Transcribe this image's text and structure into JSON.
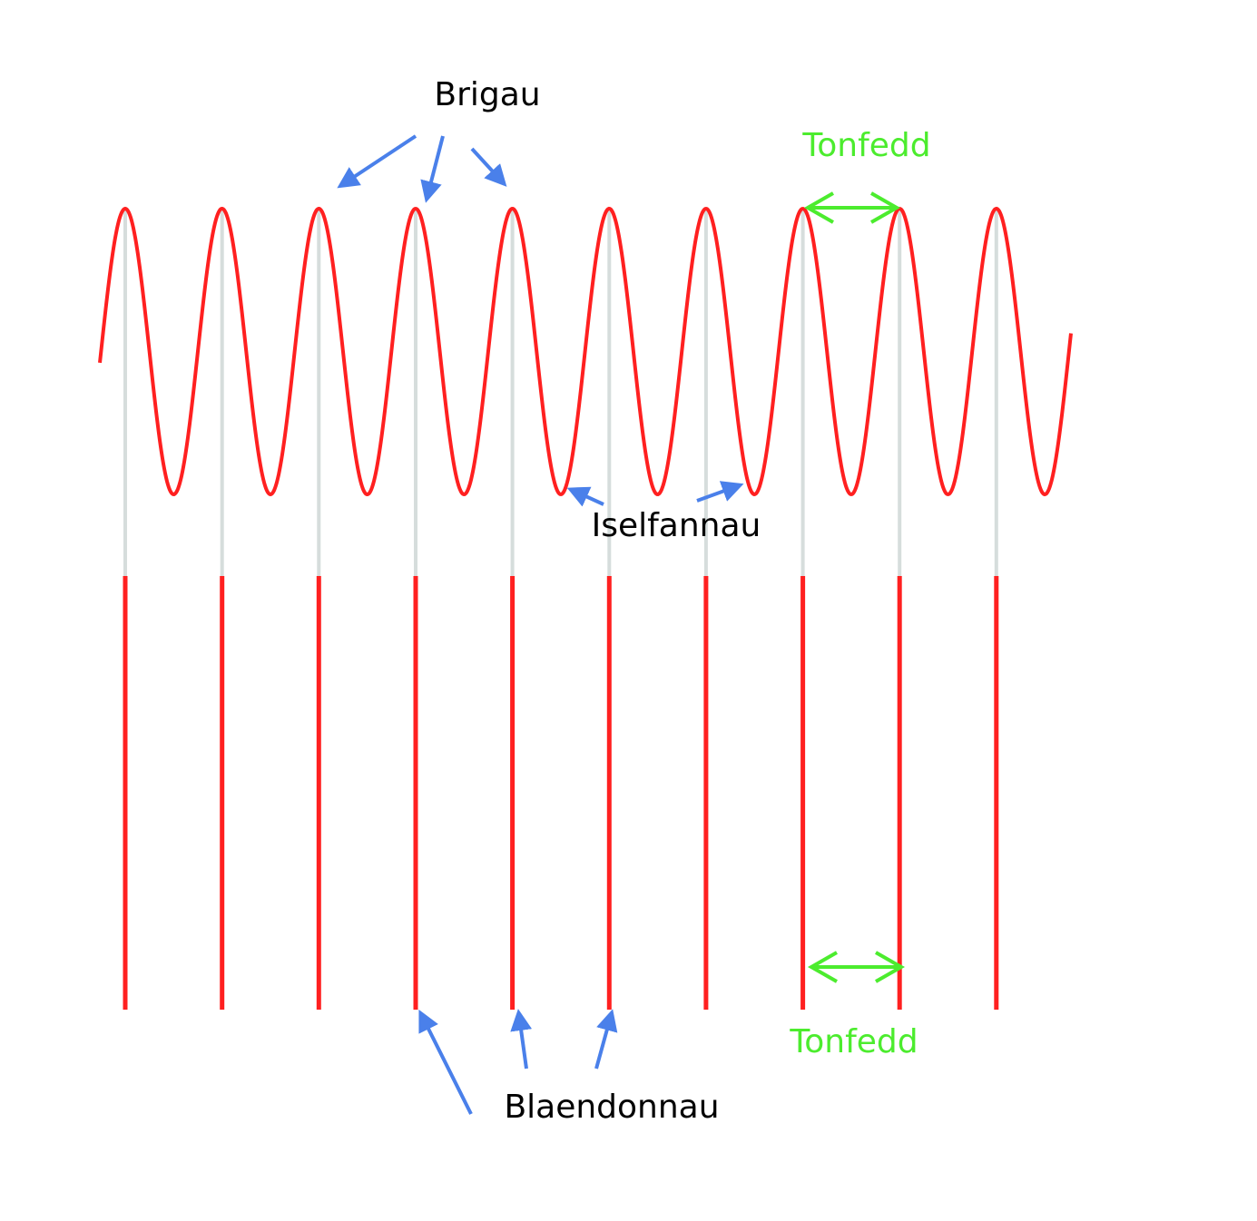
{
  "labels": {
    "crests": "Brigau",
    "wavelength_top": "Tonfedd",
    "troughs": "Iselfannau",
    "wavelength_bottom": "Tonfedd",
    "wavefronts": "Blaendonnau"
  },
  "wave": {
    "cycles_shown": 10
  },
  "colors": {
    "wave": "#ff2020",
    "guide": "#d6dddc",
    "arrow": "#4a80ea",
    "wavelength": "#4cec2e",
    "text": "#000000"
  }
}
